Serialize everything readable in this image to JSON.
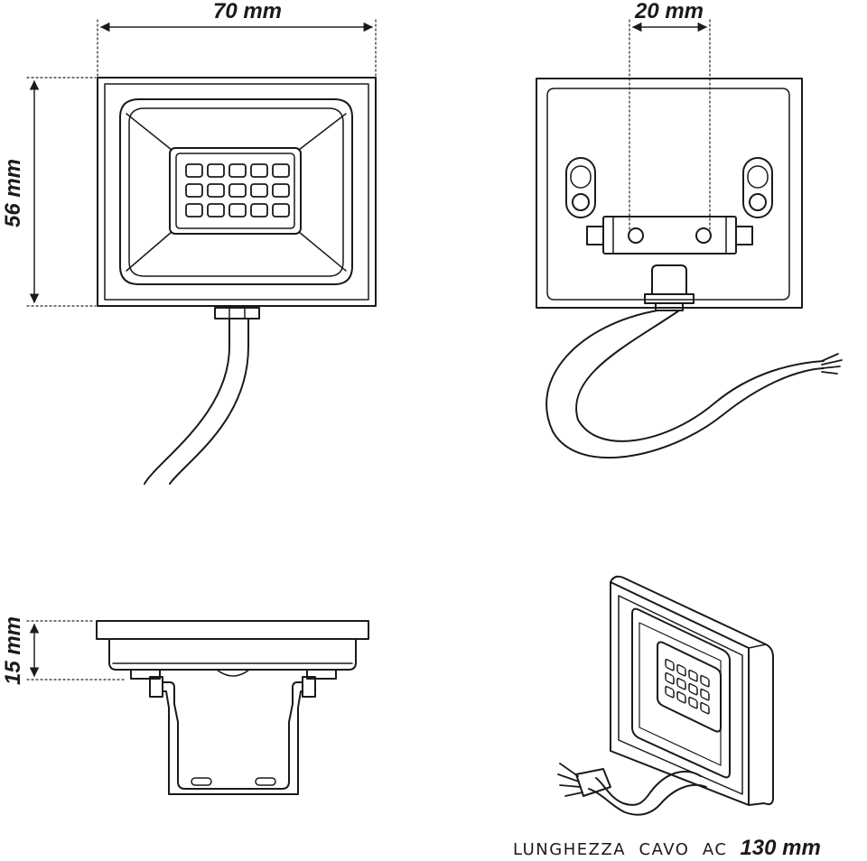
{
  "dimensions": {
    "width": "70 mm",
    "height": "56 mm",
    "hole_spacing": "20 mm",
    "depth": "15 mm"
  },
  "caption": {
    "label": "LUNGHEZZA  CAVO  AC",
    "value": "130 mm"
  },
  "colors": {
    "line": "#1a1a1a",
    "dim_line": "#222222",
    "background": "#ffffff"
  }
}
